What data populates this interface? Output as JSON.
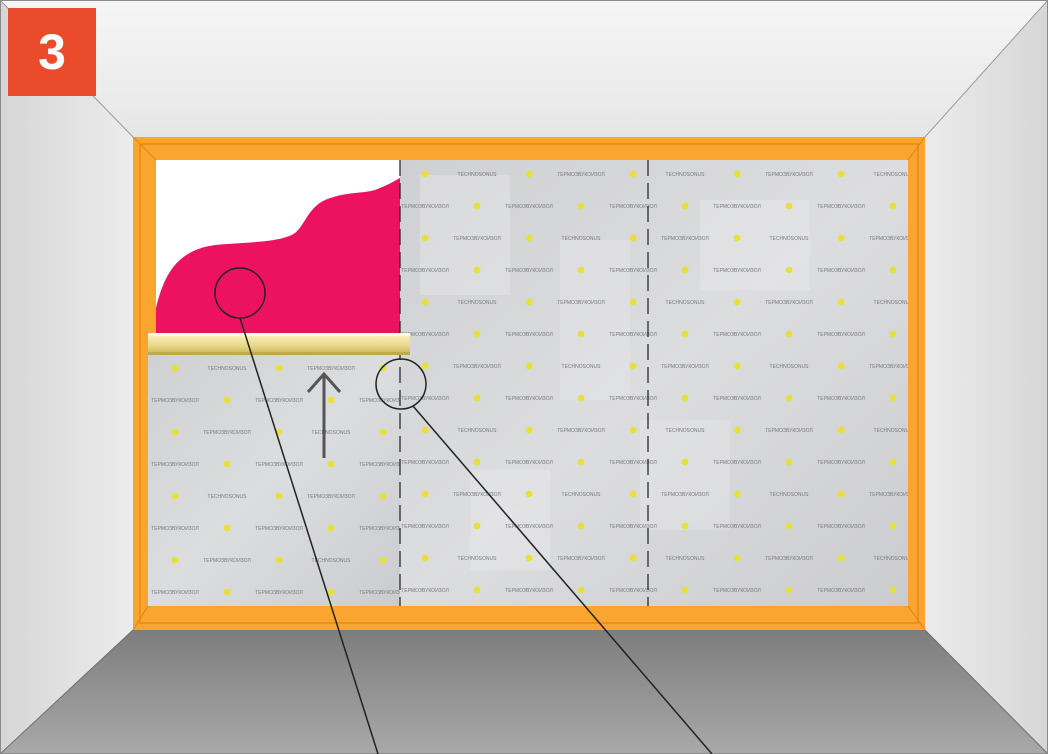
{
  "step": {
    "number": "3",
    "badge_color": "#EA4B2A"
  },
  "membrane": {
    "brand_a": "ТЕРМОЗВУКОИЗОЛ",
    "brand_b": "TECHNOSONUS",
    "dot_color": "#E8E03A"
  },
  "colors": {
    "frame_orange": "#F9A530",
    "pink_layer": "#EC1260",
    "foil_gold": "#E9D98A"
  },
  "icons": [
    "arrow-up-icon",
    "magnifier-circle-icon"
  ]
}
